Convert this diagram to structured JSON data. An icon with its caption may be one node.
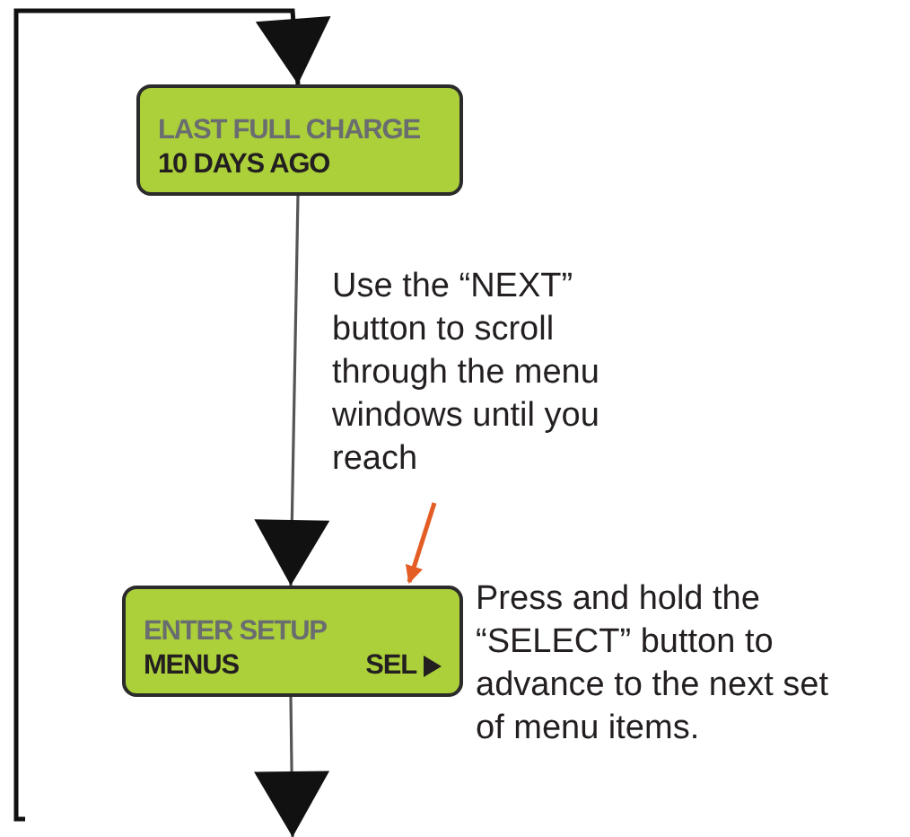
{
  "diagram": {
    "nodes": [
      {
        "text": [
          "LAST FULL CHARGE",
          "10 DAYS AGO"
        ]
      },
      {
        "text": [
          "ENTER SETUP",
          "MENUS",
          "SEL"
        ],
        "beside": [
          "Press and hold the “SELECT” button to advance to the next set of menu items."
        ]
      },
      {
        "text": [
          "Use the “NEXT” button to scroll through the menu windows until you reach"
        ]
      }
    ],
    "edges": [
      {
        "from": null,
        "to": 0,
        "arrow": "to"
      },
      {
        "from": 0,
        "to": 1,
        "arrow": "to"
      },
      {
        "from": 1,
        "to": null,
        "arrow": "to"
      },
      {
        "from": 2,
        "to": 1,
        "arrow": "to",
        "color": "#e35d25"
      }
    ]
  }
}
